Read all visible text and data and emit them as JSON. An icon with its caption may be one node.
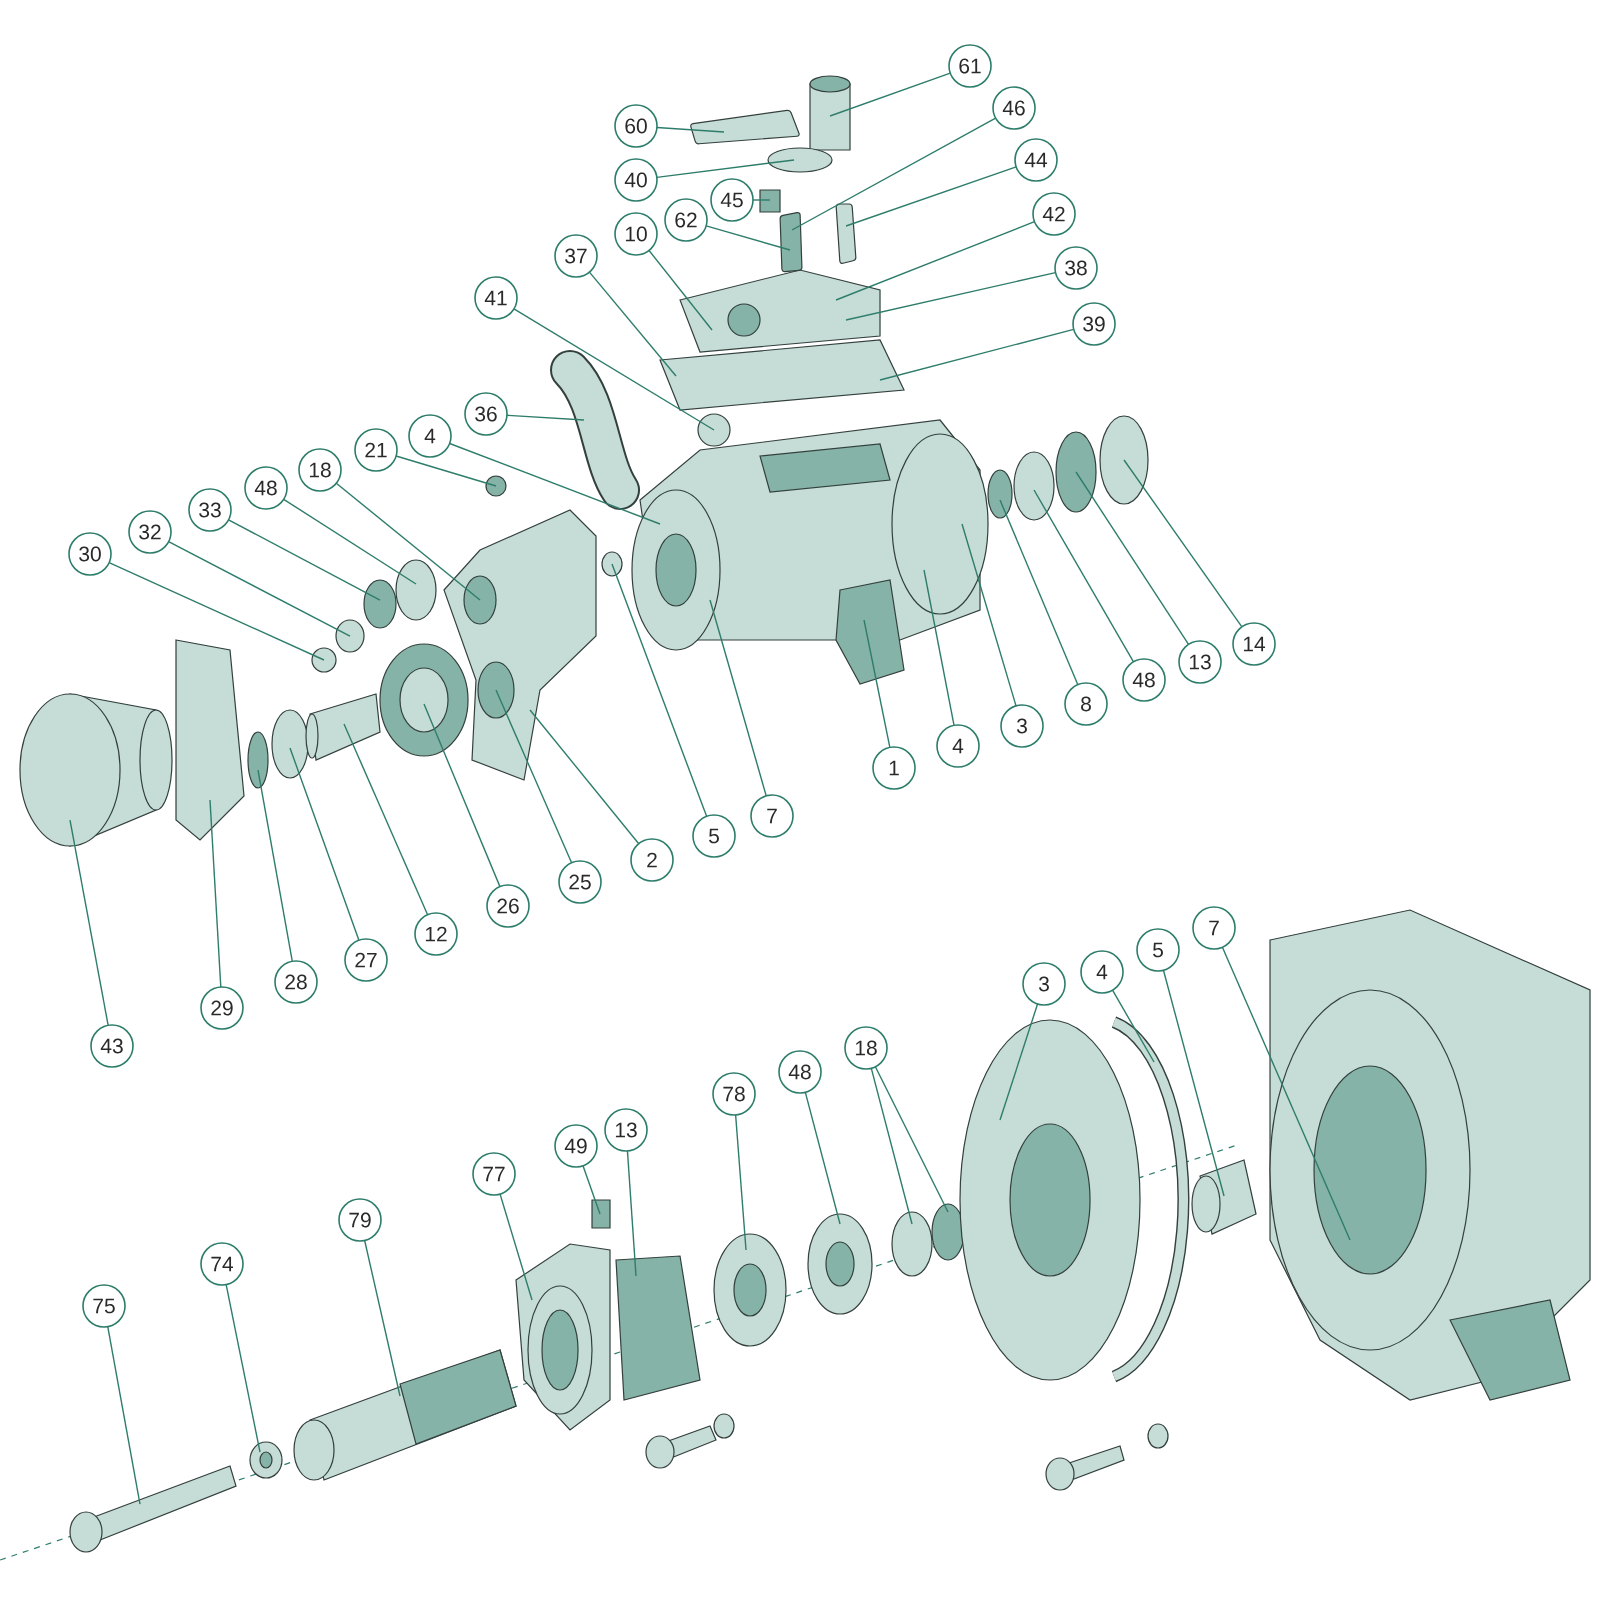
{
  "diagram": {
    "nodes": [
      {
        "text": [
          "61"
        ]
      },
      {
        "text": [
          "46"
        ]
      },
      {
        "text": [
          "60"
        ]
      },
      {
        "text": [
          "44"
        ]
      },
      {
        "text": [
          "40"
        ]
      },
      {
        "text": [
          "45"
        ]
      },
      {
        "text": [
          "42"
        ]
      },
      {
        "text": [
          "62"
        ]
      },
      {
        "text": [
          "10"
        ]
      },
      {
        "text": [
          "37"
        ]
      },
      {
        "text": [
          "38"
        ]
      },
      {
        "text": [
          "41"
        ]
      },
      {
        "text": [
          "39"
        ]
      },
      {
        "text": [
          "36"
        ]
      },
      {
        "text": [
          "4"
        ]
      },
      {
        "text": [
          "21"
        ]
      },
      {
        "text": [
          "18"
        ]
      },
      {
        "text": [
          "48"
        ]
      },
      {
        "text": [
          "33"
        ]
      },
      {
        "text": [
          "32"
        ]
      },
      {
        "text": [
          "30"
        ]
      },
      {
        "text": [
          "14"
        ]
      },
      {
        "text": [
          "13"
        ]
      },
      {
        "text": [
          "48"
        ]
      },
      {
        "text": [
          "8"
        ]
      },
      {
        "text": [
          "3"
        ]
      },
      {
        "text": [
          "4"
        ]
      },
      {
        "text": [
          "1"
        ]
      },
      {
        "text": [
          "7"
        ]
      },
      {
        "text": [
          "5"
        ]
      },
      {
        "text": [
          "2"
        ]
      },
      {
        "text": [
          "25"
        ]
      },
      {
        "text": [
          "26"
        ]
      },
      {
        "text": [
          "12"
        ]
      },
      {
        "text": [
          "27"
        ]
      },
      {
        "text": [
          "28"
        ]
      },
      {
        "text": [
          "29"
        ]
      },
      {
        "text": [
          "43"
        ]
      },
      {
        "text": [
          "7"
        ]
      },
      {
        "text": [
          "5"
        ]
      },
      {
        "text": [
          "4"
        ]
      },
      {
        "text": [
          "3"
        ]
      },
      {
        "text": [
          "18"
        ]
      },
      {
        "text": [
          "48"
        ]
      },
      {
        "text": [
          "78"
        ]
      },
      {
        "text": [
          "13"
        ]
      },
      {
        "text": [
          "49"
        ]
      },
      {
        "text": [
          "77"
        ]
      },
      {
        "text": [
          "79"
        ]
      },
      {
        "text": [
          "74"
        ]
      },
      {
        "text": [
          "75"
        ]
      },
      {
        "text": [],
        "shape": "picture"
      },
      {
        "text": [],
        "shape": "cylinder"
      },
      {
        "text": [],
        "shape": "box"
      },
      {
        "text": [],
        "shape": "circle"
      },
      {
        "text": [],
        "shape": "circle"
      },
      {
        "text": [],
        "shape": "cylinder"
      },
      {
        "text": [],
        "shape": "circle"
      },
      {
        "text": [],
        "shape": "picture"
      },
      {
        "text": [],
        "shape": "circle"
      },
      {
        "text": [],
        "shape": "circle"
      },
      {
        "text": [],
        "shape": "circle"
      },
      {
        "text": [],
        "shape": "circle"
      },
      {
        "text": [],
        "shape": "circle"
      },
      {
        "text": [],
        "shape": "picture"
      },
      {
        "text": [],
        "shape": "circle"
      },
      {
        "text": [],
        "shape": "circle"
      },
      {
        "text": [],
        "shape": "circle"
      },
      {
        "text": [],
        "shape": "circle"
      },
      {
        "text": [],
        "shape": "circle"
      },
      {
        "text": [],
        "shape": "circle"
      },
      {
        "text": [],
        "shape": "box"
      },
      {
        "text": [],
        "shape": "picture"
      },
      {
        "text": [],
        "shape": "bar"
      },
      {
        "text": [],
        "shape": "bar"
      },
      {
        "text": [],
        "shape": "box"
      },
      {
        "text": [],
        "shape": "bar"
      },
      {
        "text": [],
        "shape": "cylinder"
      },
      {
        "text": [],
        "shape": "cylinder"
      },
      {
        "text": [],
        "shape": "circle"
      },
      {
        "text": [],
        "shape": "cylinder"
      },
      {
        "text": [],
        "shape": "picture"
      },
      {
        "text": [],
        "shape": "box"
      },
      {
        "text": [],
        "shape": "box"
      },
      {
        "text": [],
        "shape": "circle"
      },
      {
        "text": [],
        "shape": "circle"
      },
      {
        "text": [],
        "shape": "circle"
      },
      {
        "text": [],
        "shape": "circle"
      },
      {
        "text": [],
        "shape": "circle"
      },
      {
        "text": [],
        "shape": "picture"
      },
      {
        "text": [],
        "shape": "cylinder"
      },
      {
        "text": [],
        "shape": "picture"
      }
    ],
    "edges": [
      {
        "from": 0,
        "to": 77,
        "arrow": "none"
      },
      {
        "from": 1,
        "to": 73,
        "arrow": "none"
      },
      {
        "from": 2,
        "to": 76,
        "arrow": "none"
      },
      {
        "from": 3,
        "to": 74,
        "arrow": "none"
      },
      {
        "from": 4,
        "to": 77,
        "arrow": "none"
      },
      {
        "from": 5,
        "to": 75,
        "arrow": "none"
      },
      {
        "from": 6,
        "to": 72,
        "arrow": "none"
      },
      {
        "from": 7,
        "to": 73,
        "arrow": "none"
      },
      {
        "from": 8,
        "to": 72,
        "arrow": "none"
      },
      {
        "from": 9,
        "to": 71,
        "arrow": "none"
      },
      {
        "from": 10,
        "to": 72,
        "arrow": "none"
      },
      {
        "from": 11,
        "to": 70,
        "arrow": "none"
      },
      {
        "from": 12,
        "to": 71,
        "arrow": "none"
      },
      {
        "from": 13,
        "to": 51,
        "arrow": "none"
      },
      {
        "from": 14,
        "to": 64,
        "arrow": "none"
      },
      {
        "from": 15,
        "to": 63,
        "arrow": "none"
      },
      {
        "from": 16,
        "to": 58,
        "arrow": "none"
      },
      {
        "from": 17,
        "to": 59,
        "arrow": "none"
      },
      {
        "from": 18,
        "to": 60,
        "arrow": "none"
      },
      {
        "from": 19,
        "to": 61,
        "arrow": "none"
      },
      {
        "from": 20,
        "to": 62,
        "arrow": "none"
      },
      {
        "from": 21,
        "to": 69,
        "arrow": "none"
      },
      {
        "from": 22,
        "to": 68,
        "arrow": "none"
      },
      {
        "from": 23,
        "to": 67,
        "arrow": "none"
      },
      {
        "from": 24,
        "to": 66,
        "arrow": "none"
      },
      {
        "from": 25,
        "to": 64,
        "arrow": "none"
      },
      {
        "from": 26,
        "to": 64,
        "arrow": "none"
      },
      {
        "from": 27,
        "to": 64,
        "arrow": "none"
      },
      {
        "from": 28,
        "to": 64,
        "arrow": "none"
      },
      {
        "from": 29,
        "to": 65,
        "arrow": "none"
      },
      {
        "from": 30,
        "to": 58,
        "arrow": "none"
      },
      {
        "from": 31,
        "to": 58,
        "arrow": "none"
      },
      {
        "from": 32,
        "to": 57,
        "arrow": "none"
      },
      {
        "from": 33,
        "to": 56,
        "arrow": "none"
      },
      {
        "from": 34,
        "to": 55,
        "arrow": "none"
      },
      {
        "from": 35,
        "to": 54,
        "arrow": "none"
      },
      {
        "from": 36,
        "to": 53,
        "arrow": "none"
      },
      {
        "from": 37,
        "to": 52,
        "arrow": "none"
      },
      {
        "from": 38,
        "to": 91,
        "arrow": "none"
      },
      {
        "from": 39,
        "to": 90,
        "arrow": "none"
      },
      {
        "from": 40,
        "to": 89,
        "arrow": "none"
      },
      {
        "from": 41,
        "to": 88,
        "arrow": "none"
      },
      {
        "from": 42,
        "to": 86,
        "arrow": "none"
      },
      {
        "from": 43,
        "to": 85,
        "arrow": "none"
      },
      {
        "from": 44,
        "to": 84,
        "arrow": "none"
      },
      {
        "from": 45,
        "to": 82,
        "arrow": "none"
      },
      {
        "from": 46,
        "to": 83,
        "arrow": "none"
      },
      {
        "from": 47,
        "to": 81,
        "arrow": "none"
      },
      {
        "from": 48,
        "to": 80,
        "arrow": "none"
      },
      {
        "from": 49,
        "to": 79,
        "arrow": "none"
      },
      {
        "from": 50,
        "to": 78,
        "arrow": "none"
      },
      {
        "from": 42,
        "to": 87,
        "arrow": "none"
      }
    ]
  }
}
